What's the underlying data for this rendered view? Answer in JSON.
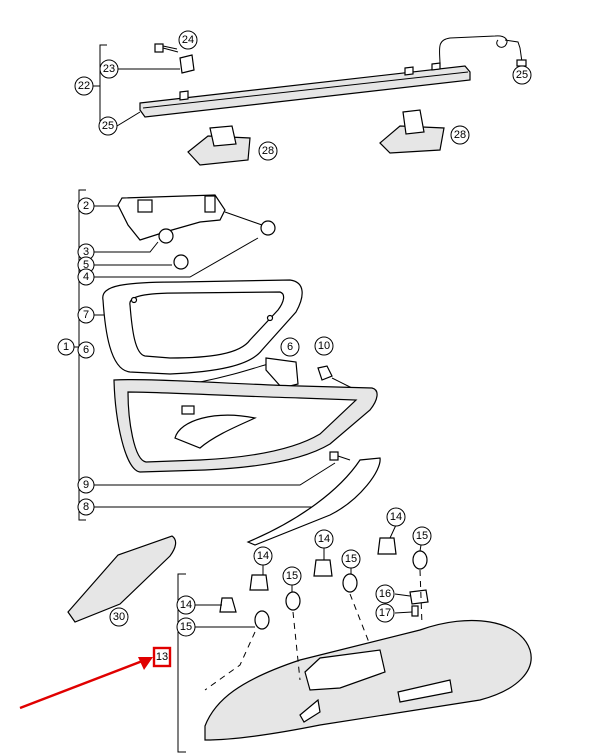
{
  "callouts": {
    "c24": "24",
    "c23": "23",
    "c22": "22",
    "c25a": "25",
    "c25b": "25",
    "c28a": "28",
    "c28b": "28",
    "c2": "2",
    "c3": "3",
    "c5": "5",
    "c4": "4",
    "c7": "7",
    "c1": "1",
    "c6a": "6",
    "c6b": "6",
    "c10": "10",
    "c9": "9",
    "c8": "8",
    "c14a": "14",
    "c15a": "15",
    "c14b": "14",
    "c15b": "15",
    "c16": "16",
    "c17": "17",
    "c14c": "14",
    "c15c": "15",
    "c14d": "14",
    "c15d": "15",
    "c30": "30"
  },
  "highlight": {
    "label": "13",
    "color": "#e00000"
  }
}
